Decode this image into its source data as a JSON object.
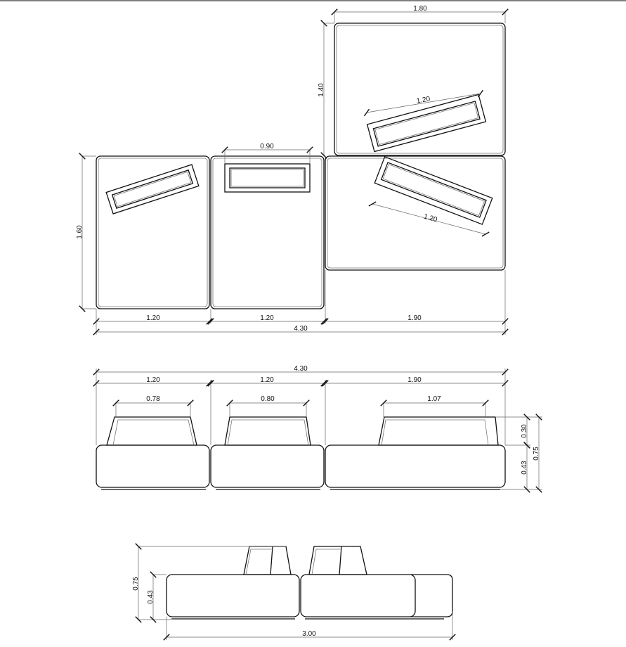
{
  "plan_view": {
    "overall_width": "4.30",
    "module_widths": [
      "1.20",
      "1.20",
      "1.90"
    ],
    "module_depth": "1.60",
    "top_module_width": "1.80",
    "top_module_depth": "1.40",
    "cushion_width_center": "0.90",
    "cushion_width_top": "1.20",
    "cushion_width_right": "1.20"
  },
  "front_elevation": {
    "overall_width": "4.30",
    "module_widths": [
      "1.20",
      "1.20",
      "1.90"
    ],
    "backrest_widths": [
      "0.78",
      "0.80",
      "1.07"
    ],
    "backrest_height": "0.30",
    "seat_height": "0.43",
    "total_height": "0.75"
  },
  "side_elevation": {
    "total_height": "0.75",
    "seat_height": "0.43",
    "overall_length": "3.00"
  }
}
